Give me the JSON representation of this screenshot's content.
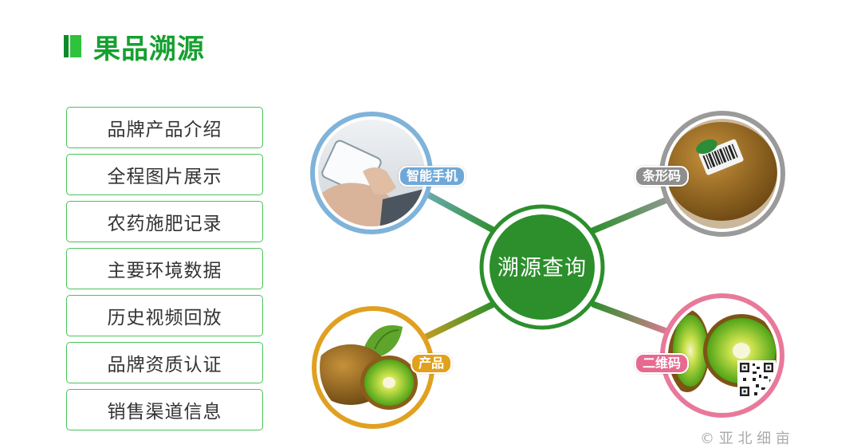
{
  "title": "果品溯源",
  "features": [
    "品牌产品介绍",
    "全程图片展示",
    "农药施肥记录",
    "主要环境数据",
    "历史视频回放",
    "品牌资质认证",
    "销售渠道信息"
  ],
  "center": {
    "label": "溯源查询",
    "color": "#2c8f2c"
  },
  "nodes": {
    "smartphone": {
      "label": "智能手机",
      "ring_color": "#7fb3d9",
      "pill_color": "#6fa8d8"
    },
    "barcode": {
      "label": "条形码",
      "ring_color": "#9a9a9a",
      "pill_color": "#8e8e8e"
    },
    "product": {
      "label": "产品",
      "ring_color": "#e0a020",
      "pill_color": "#e1a11c"
    },
    "qrcode": {
      "label": "二维码",
      "ring_color": "#e8799a",
      "pill_color": "#e66a90"
    }
  },
  "watermark": "© 亚 北 细 亩"
}
